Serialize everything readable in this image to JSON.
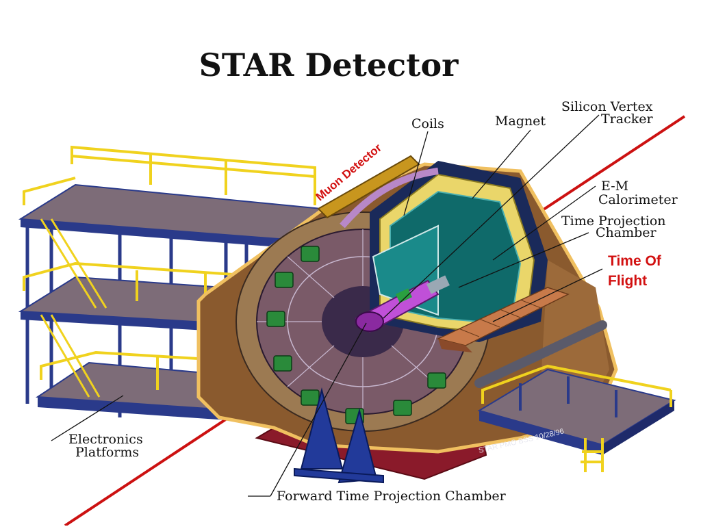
{
  "title": "STAR Detector",
  "labels": {
    "coils": "Coils",
    "magnet": "Magnet",
    "svt_line1": "Silicon Vertex",
    "svt_line2": "Tracker",
    "em_line1": "E-M",
    "em_line2": "Calorimeter",
    "tpc_line1": "Time Projection",
    "tpc_line2": "Chamber",
    "tof_line1": "Time Of",
    "tof_line2": "Flight",
    "muon": "Muon Detector",
    "elec_line1": "Electronics",
    "elec_line2": "Platforms",
    "ftpc": "Forward Time Projection Chamber"
  },
  "stamp": "STAR PMO BSS 10/28/96",
  "colors": {
    "beam_line": "#cc1111",
    "platform_yellow": "#f0d21e",
    "platform_blue": "#2a3a8a",
    "deck": "#7d6c78",
    "magnet_steel": "#8a5a2e",
    "tpc_teal": "#0f6a6a",
    "muon_gold": "#c8961e",
    "label_red": "#d21010"
  }
}
